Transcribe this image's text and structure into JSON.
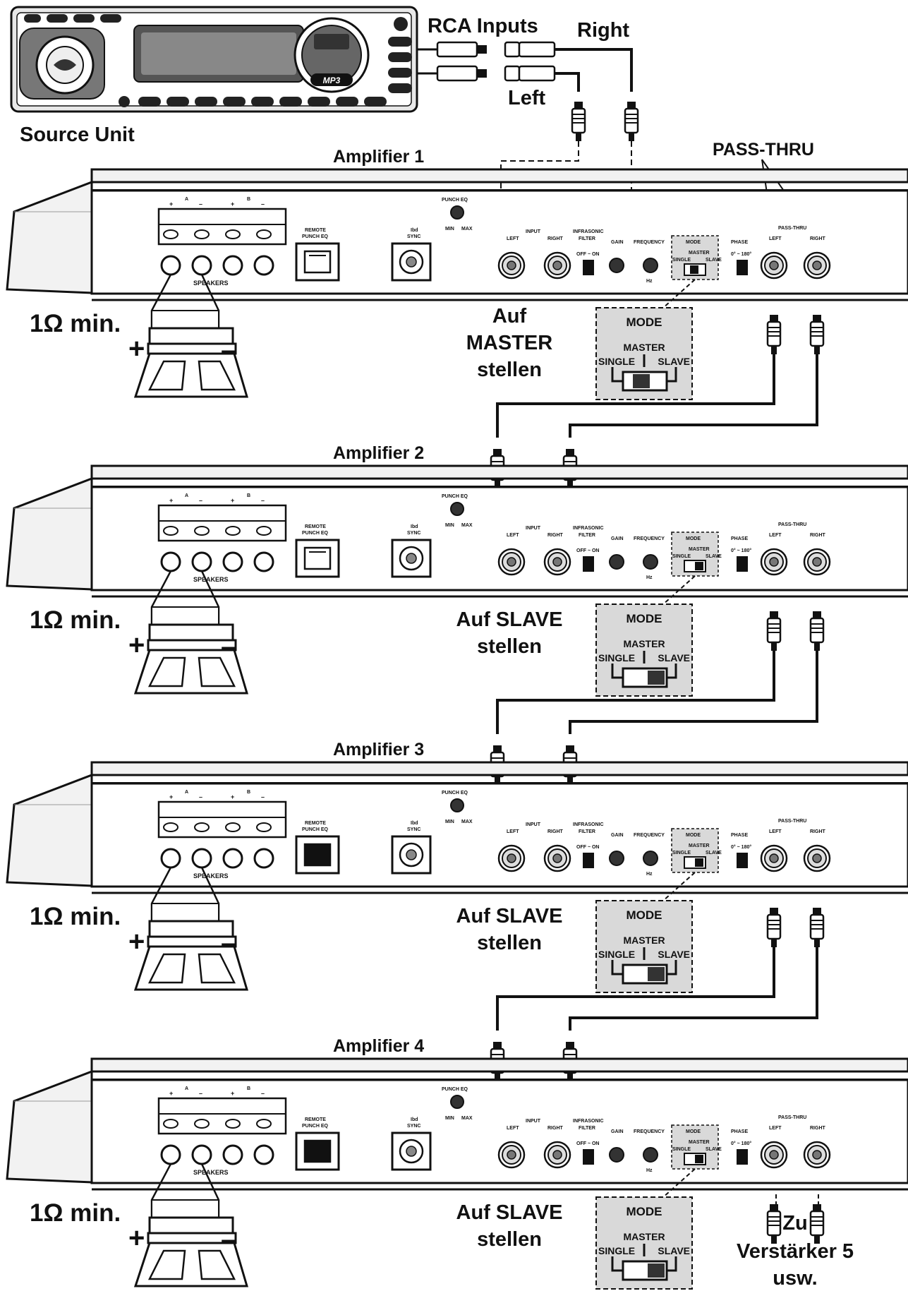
{
  "source_unit": {
    "label": "Source Unit",
    "rca_inputs": "RCA Inputs",
    "right": "Right",
    "left": "Left",
    "badge": "MP3"
  },
  "pass_thru_callout": "PASS-THRU",
  "amp_panel": {
    "punch_eq": "PUNCH EQ",
    "punch_min": "MIN",
    "punch_max": "MAX",
    "remote": "REMOTE",
    "punch_eq2": "PUNCH EQ",
    "sync1": "Ibd",
    "sync2": "SYNC",
    "speakers": "SPEAKERS",
    "input": "INPUT",
    "in_left": "LEFT",
    "in_right": "RIGHT",
    "infrasonic": "INFRASONIC",
    "filter": "FILTER",
    "off_on": "OFF ~ ON",
    "gain": "GAIN",
    "frequency": "FREQUENCY",
    "hz": "Hz",
    "mode": "MODE",
    "single": "SINGLE",
    "master": "MASTER",
    "slave": "SLAVE",
    "phase": "PHASE",
    "phase_val": "0° ~ 180°",
    "pass_thru": "PASS-THRU",
    "pt_left": "LEFT",
    "pt_right": "RIGHT",
    "a": "A",
    "b": "B",
    "plus": "+",
    "minus": "–"
  },
  "mode_box": {
    "title": "MODE",
    "master": "MASTER",
    "single": "SINGLE",
    "slave": "SLAVE"
  },
  "speaker": {
    "min_label": "1Ω min.",
    "plus": "+",
    "minus": "–"
  },
  "amplifiers": [
    {
      "title": "Amplifier 1",
      "setting_lines": [
        "Auf",
        "MASTER",
        "stellen"
      ],
      "mode": "master"
    },
    {
      "title": "Amplifier 2",
      "setting_lines": [
        "Auf SLAVE",
        "stellen"
      ],
      "mode": "slave"
    },
    {
      "title": "Amplifier 3",
      "setting_lines": [
        "Auf SLAVE",
        "stellen"
      ],
      "mode": "slave"
    },
    {
      "title": "Amplifier 4",
      "setting_lines": [
        "Auf SLAVE",
        "stellen"
      ],
      "mode": "slave"
    }
  ],
  "next_note": [
    "Zu",
    "Verstärker 5",
    "usw."
  ],
  "colors": {
    "ink": "#111111",
    "panel": "#ffffff",
    "shade": "#d9d9d9",
    "chassis": "#f2f2f2"
  }
}
